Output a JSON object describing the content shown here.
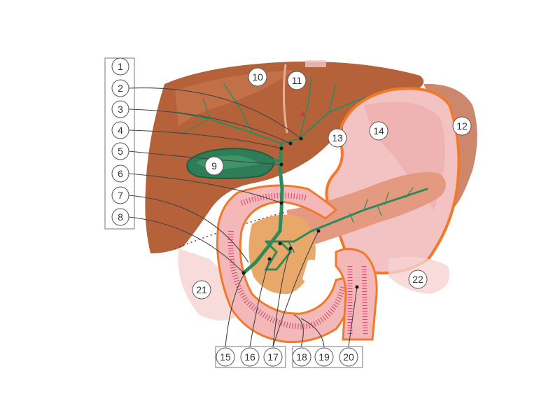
{
  "labels": {
    "n1": "1",
    "n2": "2",
    "n3": "3",
    "n4": "4",
    "n5": "5",
    "n6": "6",
    "n7": "7",
    "n8": "8",
    "n9": "9",
    "n10": "10",
    "n11": "11",
    "n12": "12",
    "n13": "13",
    "n14": "14",
    "n15": "15",
    "n16": "16",
    "n17": "17",
    "n18": "18",
    "n19": "19",
    "n20": "20",
    "n21": "21",
    "n22": "22"
  },
  "colors": {
    "liver": "#b5623a",
    "liver_light": "#c97a52",
    "duct": "#2f8a5a",
    "gallbladder": "#2e7d58",
    "stomach_outline": "#f07a2a",
    "stomach_fill": "#f3c2c2",
    "pancreas": "#e39a80",
    "pancreas_head": "#e8a86a",
    "duodenum": "#f4b8b8",
    "duodenum_rim": "#c9476a",
    "spleen": "#c87a5c",
    "label_stroke": "#777777"
  }
}
